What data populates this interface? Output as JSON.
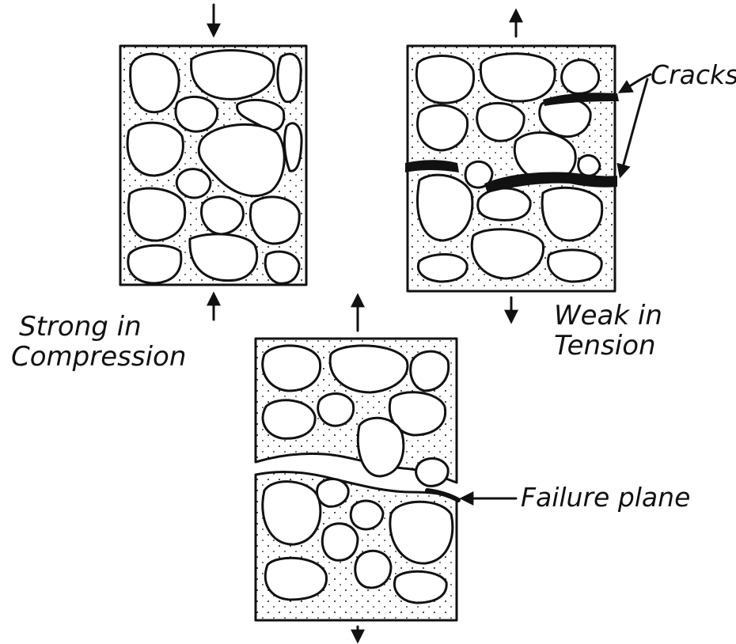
{
  "labels": {
    "strong_line1": "Strong in",
    "strong_line2": "Compression",
    "weak_line1": "Weak in",
    "weak_line2": "Tension",
    "cracks": "Cracks",
    "failure_plane": "Failure plane"
  },
  "colors": {
    "ink": "#111111",
    "paper": "#ffffff"
  },
  "panels": [
    {
      "name": "compression-sample",
      "loading": "compression"
    },
    {
      "name": "tension-sample-cracked",
      "loading": "tension"
    },
    {
      "name": "tension-sample-failed",
      "loading": "tension"
    }
  ]
}
